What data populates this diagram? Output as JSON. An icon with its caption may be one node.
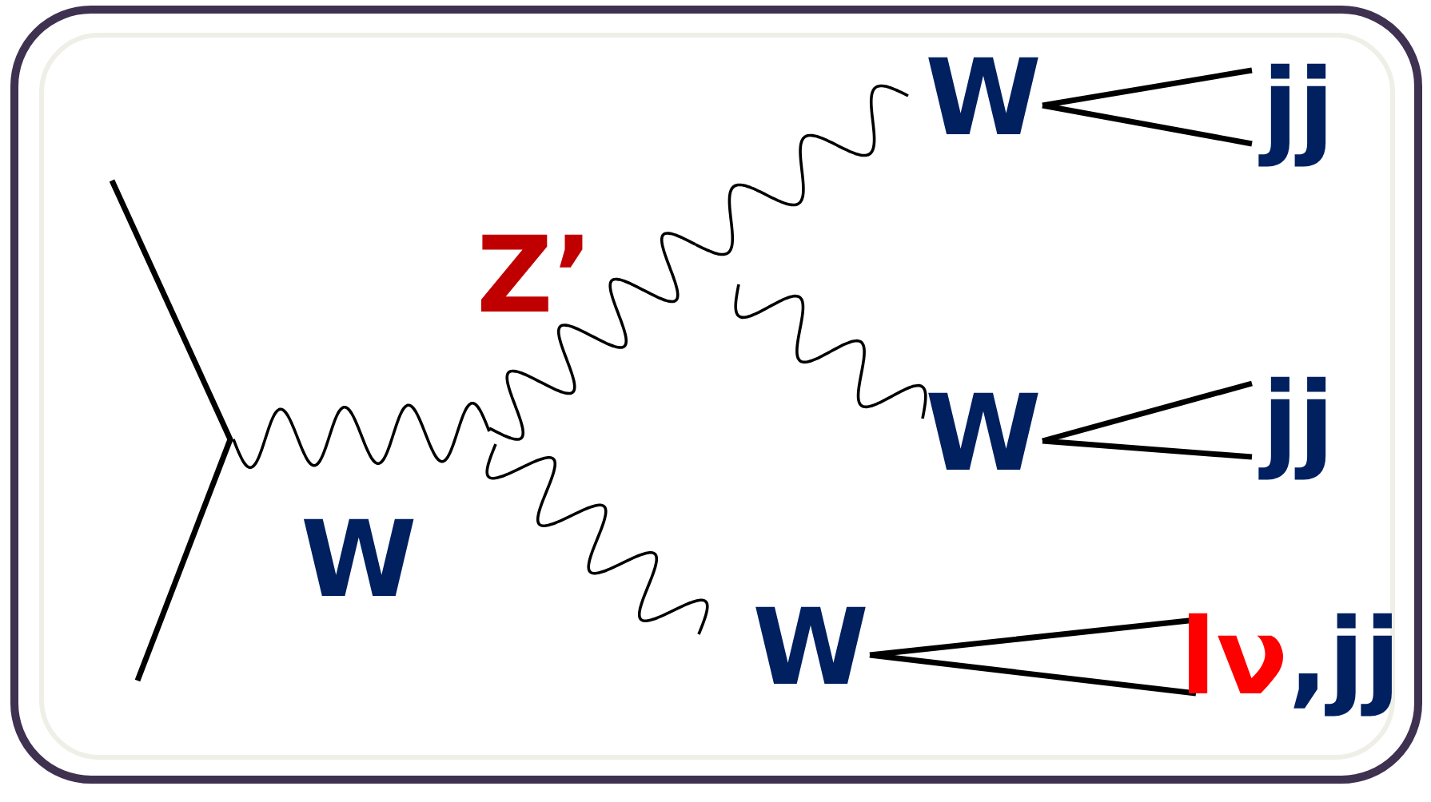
{
  "diagram": {
    "nodes": [
      {
        "text": [
          "W"
        ]
      },
      {
        "text": [
          "jj"
        ]
      },
      {
        "text": [
          "W"
        ]
      },
      {
        "text": [
          "jj"
        ]
      },
      {
        "text": [
          "W"
        ]
      },
      {
        "text": [
          "lν",
          ",jj"
        ]
      }
    ],
    "edges": [
      {
        "from": 0,
        "to": 1,
        "arrow": "none"
      },
      {
        "from": 2,
        "to": 3,
        "arrow": "none"
      },
      {
        "from": 4,
        "to": 5,
        "arrow": "none"
      }
    ],
    "labels": [
      "Z’",
      "W"
    ]
  }
}
